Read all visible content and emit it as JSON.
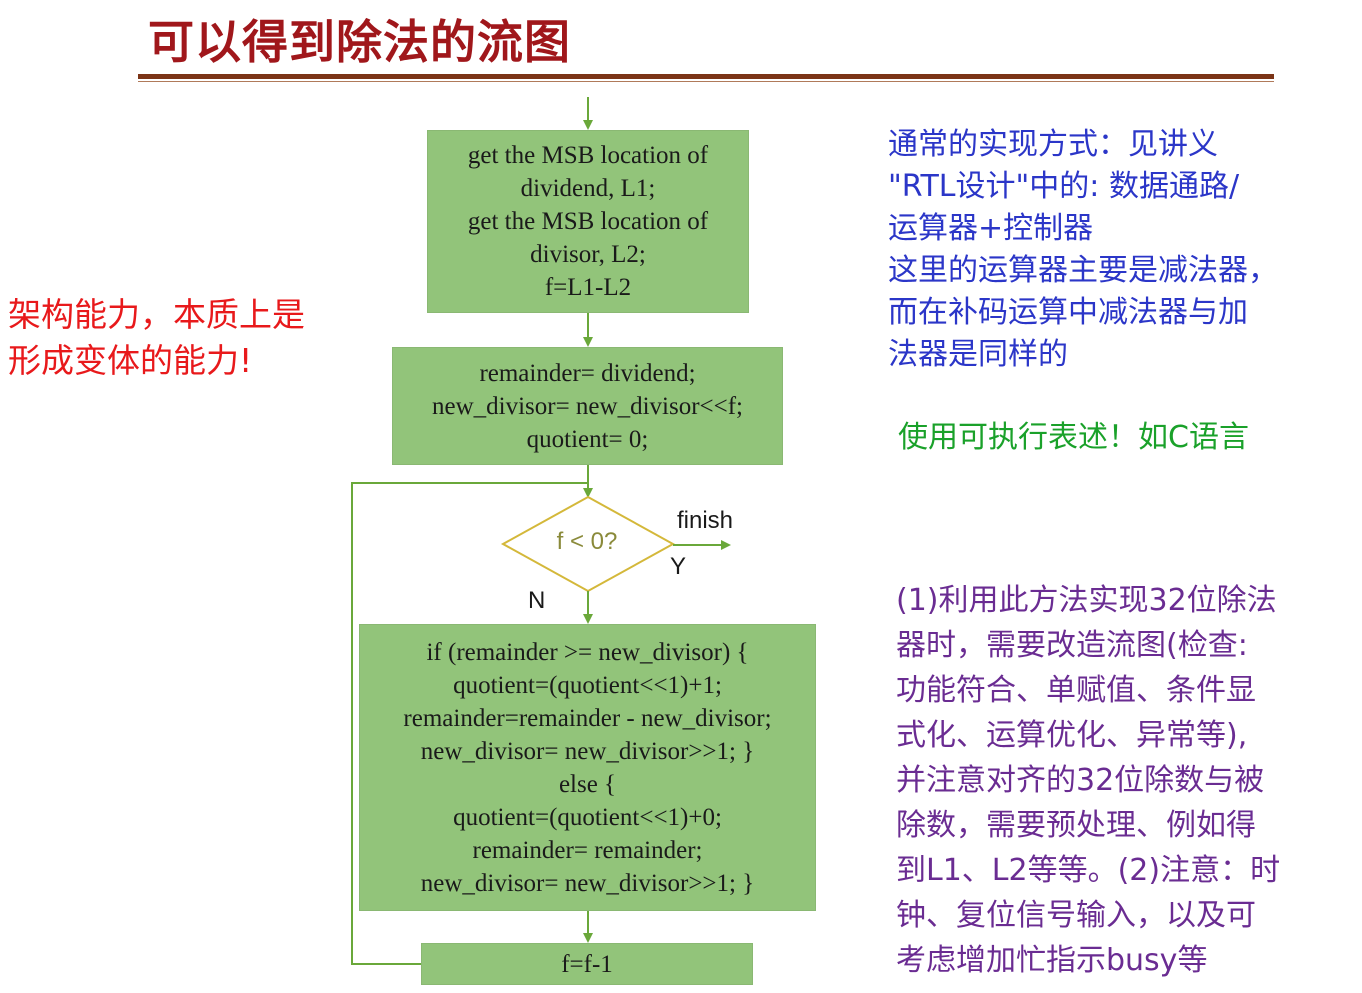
{
  "title": "可以得到除法的流图",
  "left_note": [
    "架构能力，本质上是",
    "形成变体的能力!"
  ],
  "right_notes": {
    "blue": [
      "通常的实现方式：见讲义",
      "\"RTL设计\"中的: 数据通路/",
      "运算器+控制器",
      "这里的运算器主要是减法器，",
      "而在补码运算中减法器与加",
      "法器是同样的"
    ],
    "green": "使用可执行表述！如C语言",
    "purple": [
      "(1)利用此方法实现32位除法",
      "器时，需要改造流图(检查:",
      "功能符合、单赋值、条件显",
      "式化、运算优化、异常等),",
      "并注意对齐的32位除数与被",
      "除数，需要预处理、例如得",
      "到L1、L2等等。(2)注意：时",
      "钟、复位信号输入，以及可",
      "考虑增加忙指示busy等"
    ]
  },
  "flowchart": {
    "box1": [
      "get the MSB location of",
      "dividend, L1;",
      "get the MSB location of",
      "divisor, L2;",
      "f=L1-L2"
    ],
    "box2": [
      "remainder= dividend;",
      "new_divisor= new_divisor<<f;",
      "quotient= 0;"
    ],
    "decision": "f < 0?",
    "yes_label": "Y",
    "no_label": "N",
    "exit_label": "finish",
    "box3": [
      "if  (remainder >= new_divisor) {",
      "quotient=(quotient<<1)+1;",
      "remainder=remainder - new_divisor;",
      "new_divisor= new_divisor>>1; }",
      "else {",
      "quotient=(quotient<<1)+0;",
      "remainder= remainder;",
      "new_divisor= new_divisor>>1; }"
    ],
    "box4": [
      "f=f-1"
    ]
  },
  "colors": {
    "title": "#a0171b",
    "box_fill": "#92c47a",
    "arrow": "#6aa83a",
    "decision_border": "#d4b83a"
  }
}
